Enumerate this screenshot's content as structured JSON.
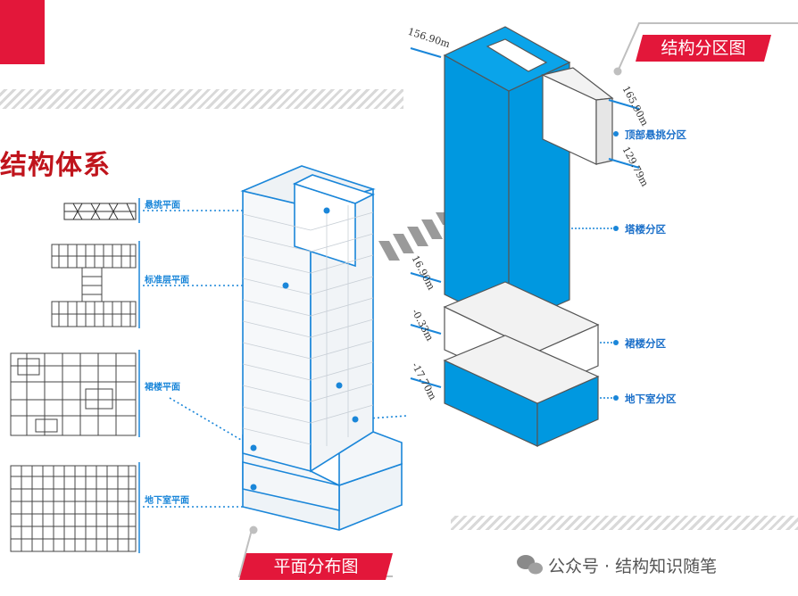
{
  "section_title": "结构体系",
  "tags": {
    "zoning": "结构分区图",
    "plan_layout": "平面分布图"
  },
  "plan_labels": [
    "悬挑平面",
    "标准层平面",
    "裙楼平面",
    "地下室平面"
  ],
  "zone_labels": [
    "顶部悬挑分区",
    "塔楼分区",
    "裙楼分区",
    "地下室分区"
  ],
  "elevations": [
    "156.90m",
    "165.90m",
    "129.79m",
    "16.90m",
    "-0.33m",
    "-17.70m"
  ],
  "watermark": "公众号 · 结构知识随笔",
  "colors": {
    "accent_red": "#e3173a",
    "title_red": "#c0141c",
    "tower_blue": "#0098e0",
    "label_blue": "#1a86d9"
  }
}
